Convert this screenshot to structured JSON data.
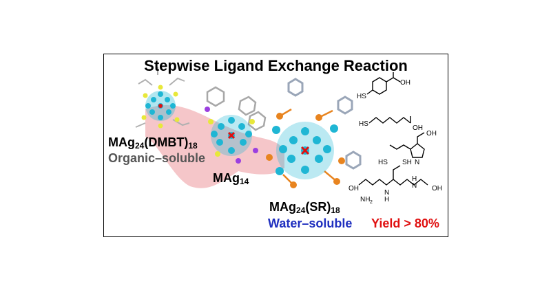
{
  "title": "Stepwise Ligand Exchange Reaction",
  "labels": {
    "cluster1_main": "MAg",
    "cluster1_sub": "24",
    "cluster1_ligand": "(DMBT)",
    "cluster1_ligand_sub": "18",
    "cluster1_solubility": "Organic–soluble",
    "cluster2_main": "MAg",
    "cluster2_sub": "14",
    "cluster3_main": "MAg",
    "cluster3_sub": "24",
    "cluster3_ligand": "(SR)",
    "cluster3_ligand_sub": "18",
    "cluster3_solubility": "Water–soluble",
    "yield": "Yield > 80%"
  },
  "structure_labels": {
    "mol1_oh": "OH",
    "mol1_sh": "HS",
    "mol2_oh": "OH",
    "mol2_sh": "HS",
    "mol3_oh": "OH",
    "mol3_sh": "HS",
    "mol3_n": "N",
    "mol4_oh1": "OH",
    "mol4_oh2": "OH",
    "mol4_nh2": "NH",
    "mol4_nh2_sub": "2",
    "mol4_sh": "SH",
    "mol4_n1": "N",
    "mol4_h1": "H",
    "mol4_n2": "N",
    "mol4_h2": "H"
  },
  "colors": {
    "title": "#000000",
    "organic_label": "#555555",
    "water_label": "#1f2fbf",
    "yield_label": "#e01010",
    "silver_atom": "#1fb6d4",
    "sulfur_atom_1": "#e8e83a",
    "sulfur_atom_2": "#9b3fe0",
    "sulfur_atom_3": "#e8841f",
    "arrow_band": "#f2b8bc",
    "center_atom": "#e01010"
  }
}
